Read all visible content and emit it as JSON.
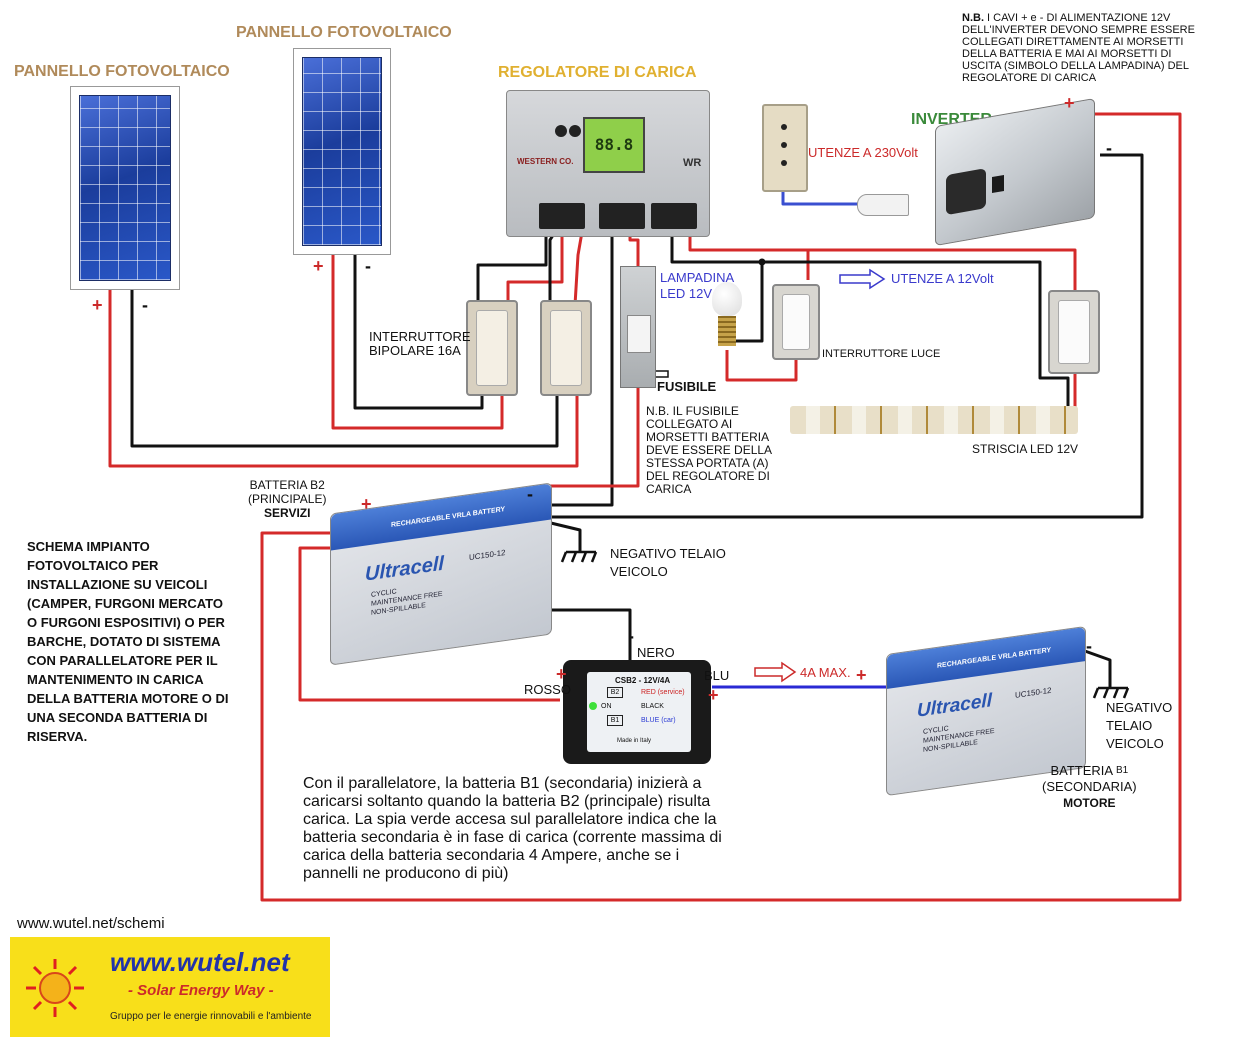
{
  "labels": {
    "panel_left_title": "PANNELLO FOTOVOLTAICO",
    "panel_right_title": "PANNELLO FOTOVOLTAICO",
    "regulator_title": "REGOLATORE DI CARICA",
    "inverter_title": "INVERTER",
    "inverter_note_bold": "N.B.",
    "inverter_note_lines": [
      " I CAVI + e - DI ALIMENTAZIONE 12V",
      "DELL'INVERTER DEVONO SEMPRE ESSERE",
      "COLLEGATI DIRETTAMENTE AI MORSETTI",
      "DELLA BATTERIA E MAI AI MORSETTI DI",
      "USCITA (SIMBOLO DELLA LAMPADINA) DEL",
      "REGOLATORE DI CARICA"
    ],
    "utenze_230": "UTENZE A 230Volt",
    "utenze_12": "UTENZE A 12Volt",
    "lampadina": "LAMPADINA",
    "lampadina_led": "LED 12V",
    "interruttore_luce": "INTERRUTTORE LUCE",
    "interruttore_bipolare_1": "INTERRUTTORE",
    "interruttore_bipolare_2": "BIPOLARE 16A",
    "fusibile": "FUSIBILE",
    "fusibile_note": [
      "N.B. IL FUSIBILE",
      "COLLEGATO AI",
      "MORSETTI BATTERIA",
      "DEVE ESSERE DELLA",
      "STESSA PORTATA (A)",
      "DEL REGOLATORE DI",
      "CARICA"
    ],
    "striscia_led": "STRISCIA LED 12V",
    "batteria_b2_1": "BATTERIA B2",
    "batteria_b2_2": "(PRINCIPALE)",
    "batteria_b2_3": "SERVIZI",
    "negativo_telaio_1": "NEGATIVO TELAIO",
    "negativo_telaio_2": "VEICOLO",
    "negativo_telaio_b1": [
      "NEGATIVO",
      "TELAIO",
      "VEICOLO"
    ],
    "nero": "NERO",
    "rosso": "ROSSO",
    "blu": "BLU",
    "max_4a": "4A MAX.",
    "batteria_b1_1": "BATTERIA",
    "batteria_b1_1b": "B1",
    "batteria_b1_2": "(SECONDARIA)",
    "batteria_b1_3": "MOTORE",
    "schema_desc": [
      "SCHEMA IMPIANTO",
      "FOTOVOLTAICO PER",
      "INSTALLAZIONE SU VEICOLI",
      "(CAMPER, FURGONI MERCATO",
      "O FURGONI ESPOSITIVI) O PER",
      "BARCHE, DOTATO DI SISTEMA",
      "CON PARALLELATORE PER IL",
      "MANTENIMENTO IN CARICA",
      "DELLA BATTERIA MOTORE O DI",
      "UNA SECONDA BATTERIA DI",
      "RISERVA."
    ],
    "parallelatore_desc": [
      "Con il parallelatore, la batteria B1 (secondaria) inizierà a",
      "caricarsi soltanto quando la batteria B2 (principale) risulta",
      "carica. La spia verde accesa sul parallelatore indica che la",
      "batteria secondaria è in fase di carica (corrente massima di",
      "carica della batteria secondaria 4 Ampere, anche se i",
      "pannelli ne producono di più)"
    ],
    "footer_url": "www.wutel.net/schemi"
  },
  "product_text": {
    "regulator_brand": "WESTERN CO.",
    "regulator_model": "WR",
    "battery_brand": "Ultracell",
    "battery_model": "UC150-12",
    "battery_banner": "RECHARGEABLE VRLA BATTERY",
    "battery_features": [
      "CYCLIC",
      "MAINTENANCE FREE",
      "NON-SPILLABLE"
    ],
    "paralleler_model": "CSB2 - 12V/4A",
    "paralleler_rows": [
      "RED (service)",
      "BLACK",
      "BLUE (car)"
    ],
    "paralleler_b2": "B2",
    "paralleler_b1": "B1",
    "paralleler_on": "ON",
    "paralleler_made": "Made in Italy"
  },
  "logo": {
    "url": "www.wutel.net",
    "tagline": "- Solar Energy Way -",
    "subtitle": "Gruppo per le energie rinnovabili e l'ambiente"
  },
  "colors": {
    "wire_red": "#d42a2a",
    "wire_black": "#111111",
    "wire_blue": "#2a2ad4",
    "panel_blue": "#2447b0",
    "logo_yellow": "#f8df1a"
  }
}
